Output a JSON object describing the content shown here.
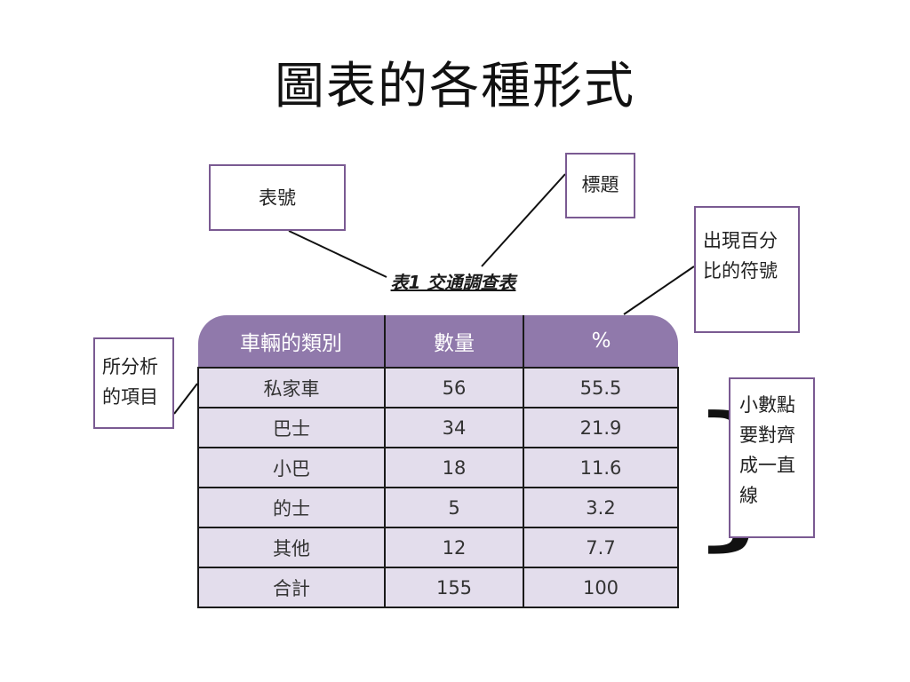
{
  "title": "圖表的各種形式",
  "caption": "表1 交通調查表",
  "callouts": {
    "table_no": [
      "表號"
    ],
    "title": [
      "標題"
    ],
    "percent": [
      "出現百分",
      "比的符號"
    ],
    "items": [
      "所分析",
      "的項目"
    ],
    "decimal": [
      "小數點",
      "要對齊",
      "成一直",
      "線"
    ]
  },
  "colors": {
    "header": "#9079ab",
    "body": "#e3ddec",
    "border": "#7a5a92"
  },
  "chart_data": {
    "type": "table",
    "title": "表1 交通調查表",
    "columns": [
      "車輛的類別",
      "數量",
      "%"
    ],
    "rows": [
      [
        "私家車",
        "56",
        "55.5"
      ],
      [
        "巴士",
        "34",
        "21.9"
      ],
      [
        "小巴",
        "18",
        "11.6"
      ],
      [
        "的士",
        "5",
        "3.2"
      ],
      [
        "其他",
        "12",
        "7.7"
      ],
      [
        "合計",
        "155",
        "100"
      ]
    ]
  }
}
